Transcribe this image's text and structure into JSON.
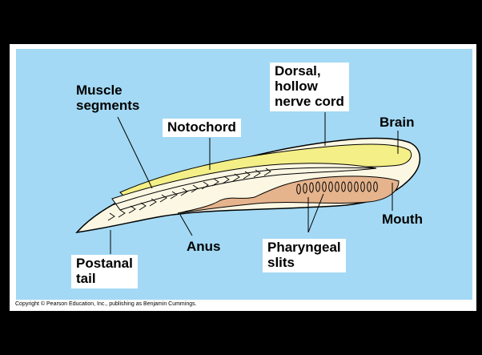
{
  "colors": {
    "background": "#000000",
    "frame": "#ffffff",
    "panel": "#a3d9f4",
    "body_fill": "#fbf7e3",
    "notochord": "#f4ef86",
    "gut": "#e5b38c"
  },
  "labels": {
    "muscle_segments": "Muscle\nsegments",
    "notochord": "Notochord",
    "dorsal_nerve_cord": "Dorsal,\nhollow\nnerve cord",
    "brain": "Brain",
    "mouth": "Mouth",
    "anus": "Anus",
    "pharyngeal_slits": "Pharyngeal\nslits",
    "postanal_tail": "Postanal\ntail"
  },
  "copyright": "Copyright © Pearson Education, Inc., publishing as Benjamin Cummings."
}
